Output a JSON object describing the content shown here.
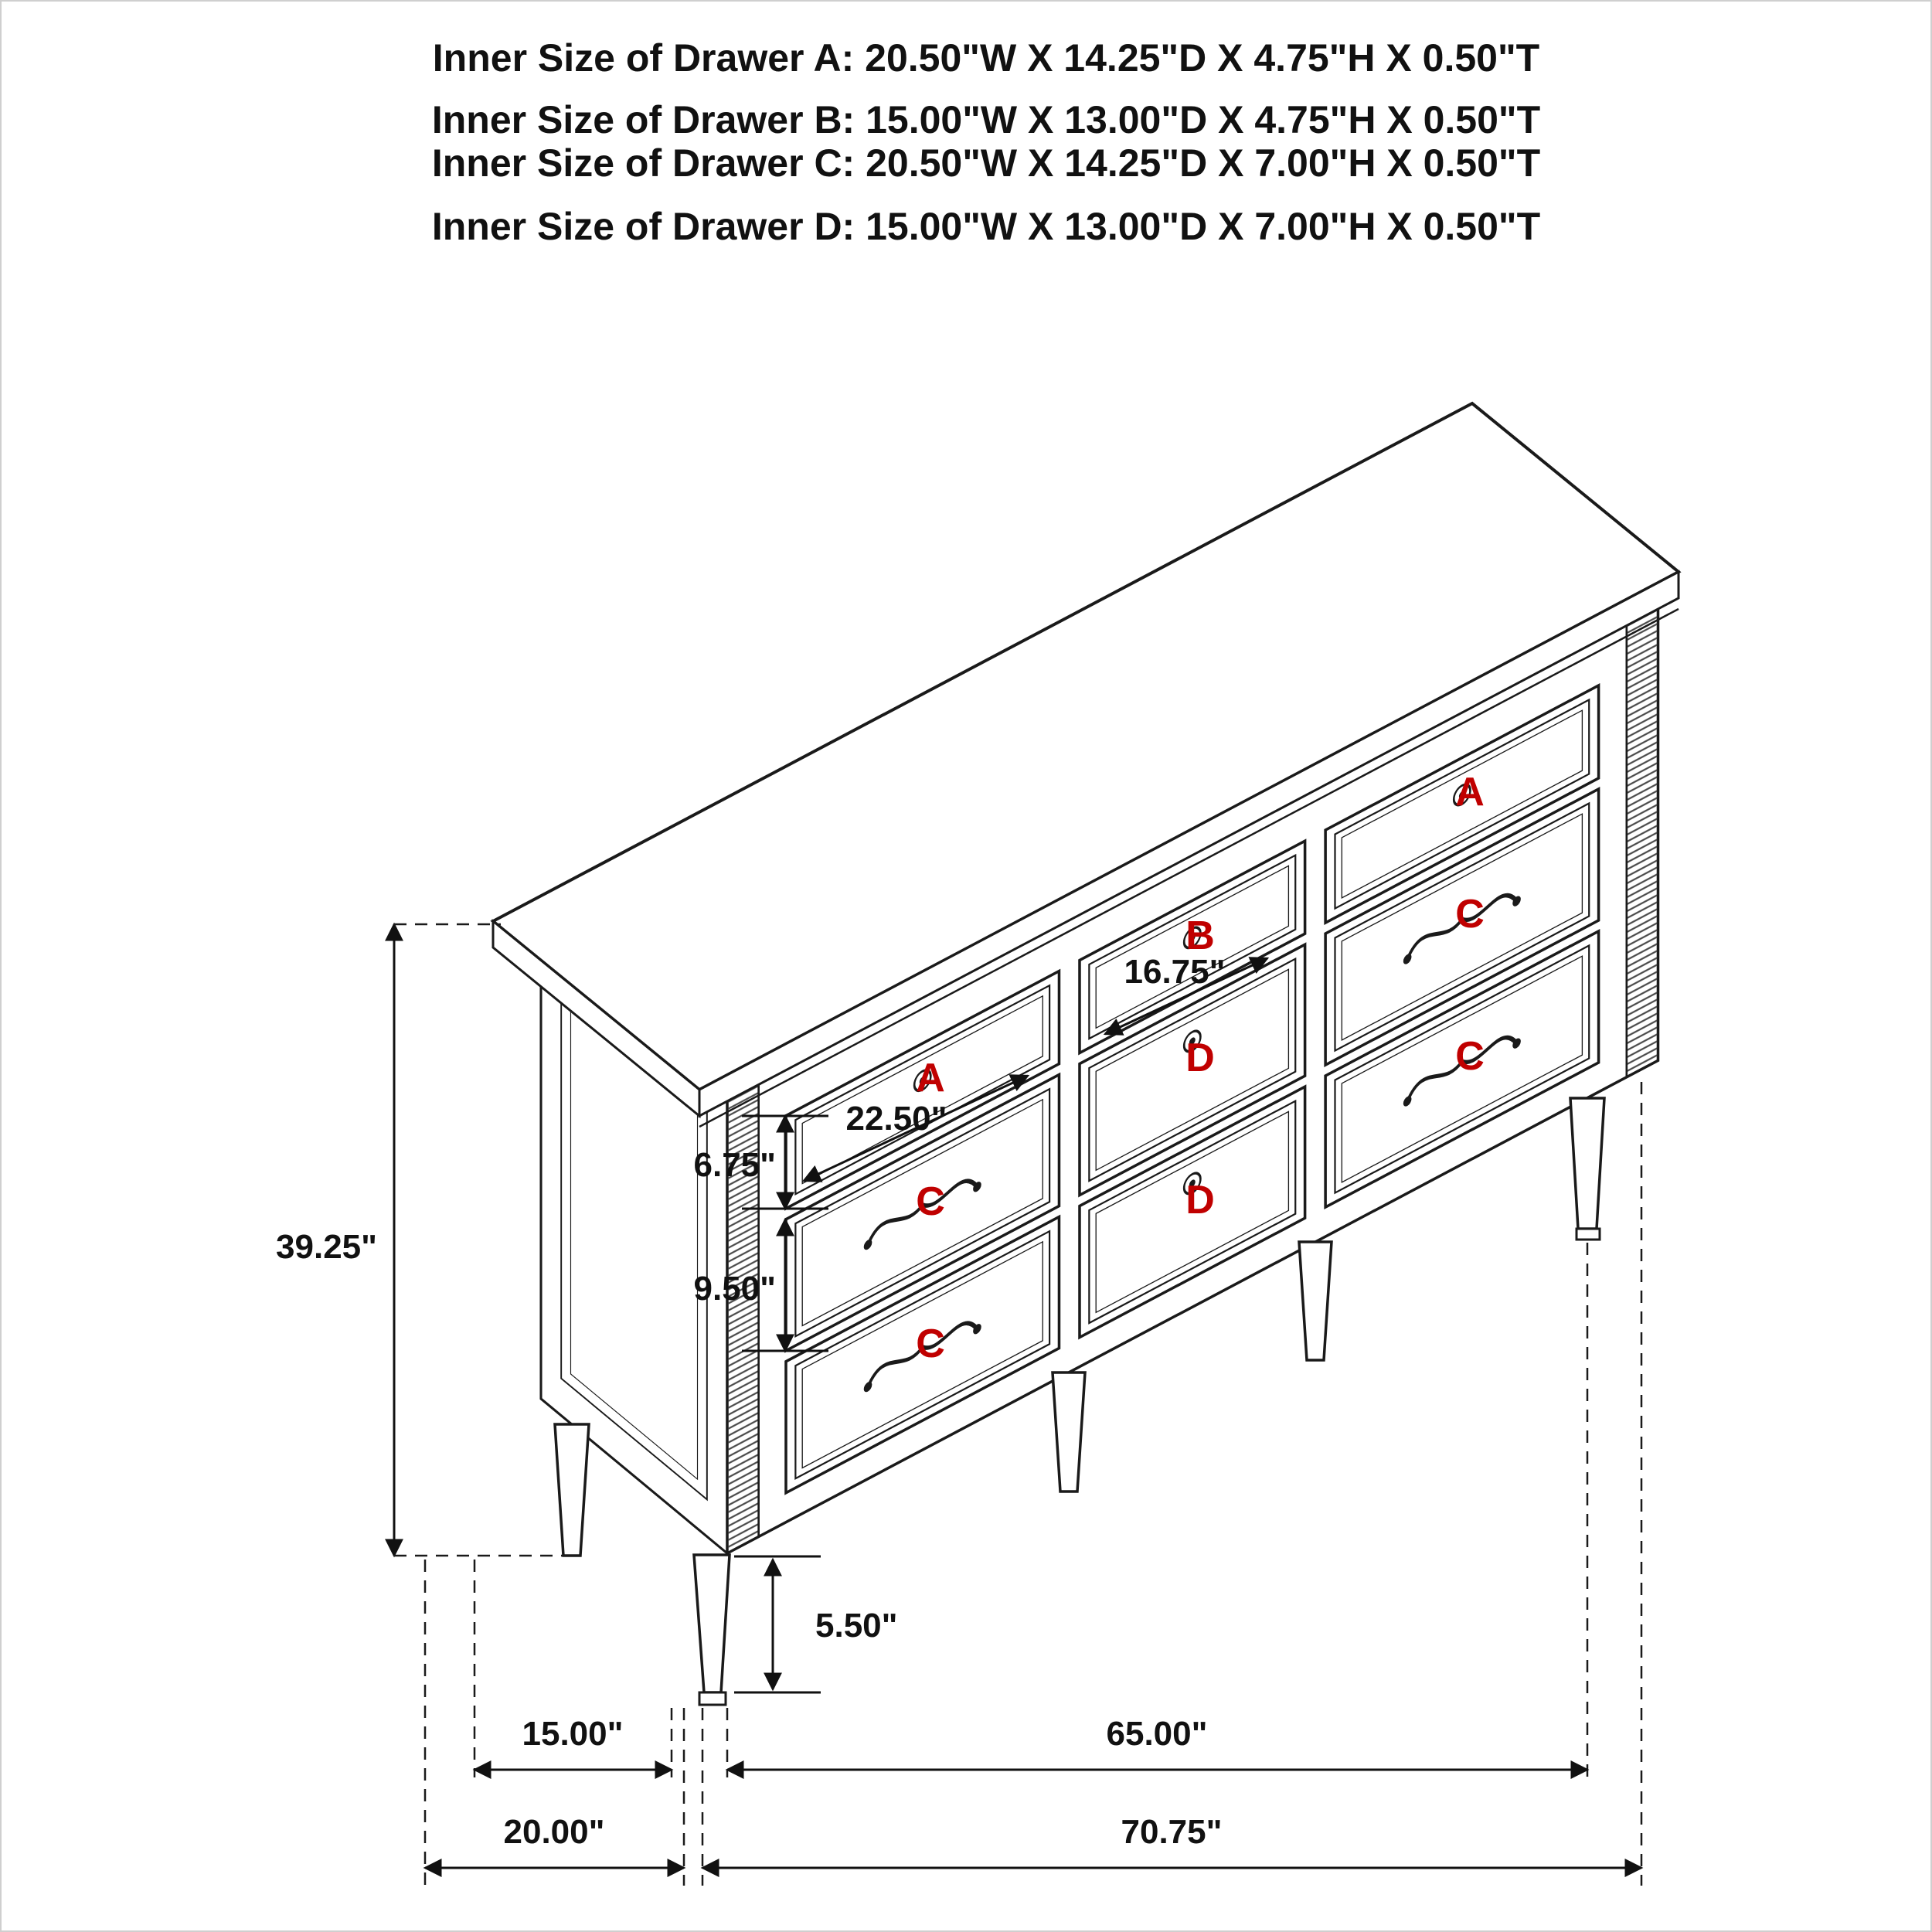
{
  "header": {
    "lines": [
      "Inner Size of Drawer A: 20.50\"W X 14.25\"D X 4.75\"H X 0.50\"T",
      "Inner Size of Drawer B: 15.00\"W X 13.00\"D X 4.75\"H X 0.50\"T",
      "Inner Size of Drawer C: 20.50\"W X 14.25\"D X 7.00\"H X 0.50\"T",
      "Inner Size of Drawer D: 15.00\"W X 13.00\"D X 7.00\"H X 0.50\"T"
    ]
  },
  "drawer_letters": {
    "top_left": "A",
    "top_middle": "B",
    "top_right": "A",
    "middle_left": "C",
    "middle_middle": "D",
    "middle_right": "C",
    "bottom_left": "C",
    "bottom_middle": "D",
    "bottom_right": "C"
  },
  "dimensions": {
    "overall_height": "39.25\"",
    "drawer_a_front_height": "6.75\"",
    "drawer_c_front_height": "9.50\"",
    "drawer_a_width": "22.50\"",
    "drawer_b_width": "16.75\"",
    "leg_height": "5.50\"",
    "side_depth": "15.00\"",
    "front_leg_span": "65.00\"",
    "overall_depth": "20.00\"",
    "overall_width": "70.75\""
  },
  "colors": {
    "line": "#1a1a1a",
    "label": "#c00000",
    "background": "#ffffff"
  }
}
